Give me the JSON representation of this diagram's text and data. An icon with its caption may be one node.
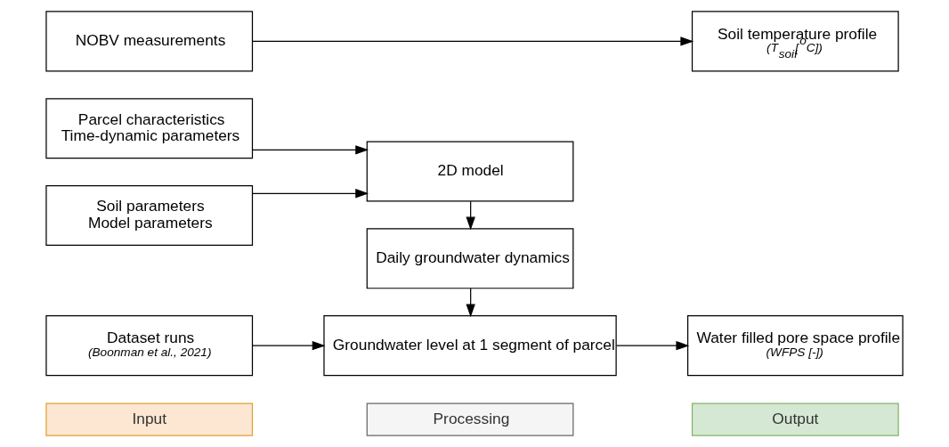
{
  "diagram": {
    "nodes": [
      {
        "text": [
          "Input"
        ]
      },
      {
        "text": [
          "Processing"
        ]
      },
      {
        "text": [
          "Output"
        ]
      },
      {
        "text": [
          "Parcel characteristics",
          "Time-dynamic parameters"
        ]
      },
      {
        "text": [
          "Soil parameters",
          "Model parameters"
        ]
      },
      {
        "text": [
          "2D model"
        ]
      },
      {
        "text": [
          "Daily groundwater dynamics"
        ]
      },
      {
        "text": [
          "Dataset runs",
          "(Boonman et al., 2021)"
        ]
      },
      {
        "text": [
          "Groundwater level at 1 segment of parcel"
        ]
      },
      {
        "text": [
          "Water filled pore space profile",
          "(WFPS [-])"
        ]
      },
      {
        "text": [
          "NOBV measurements"
        ]
      },
      {
        "text": [
          "Soil temperature profile",
          "(T$_{soil}$[$^{o}$C])"
        ]
      }
    ],
    "edges": [
      {
        "from": 3,
        "to": 5,
        "arrow": "to"
      },
      {
        "from": 4,
        "to": 5,
        "arrow": "to"
      },
      {
        "from": 5,
        "to": 6,
        "arrow": "to"
      },
      {
        "from": 6,
        "to": 8,
        "arrow": "to"
      },
      {
        "from": 7,
        "to": 8,
        "arrow": "to"
      },
      {
        "from": 8,
        "to": 9,
        "arrow": "to"
      },
      {
        "from": 10,
        "to": 11,
        "arrow": "to"
      }
    ]
  }
}
